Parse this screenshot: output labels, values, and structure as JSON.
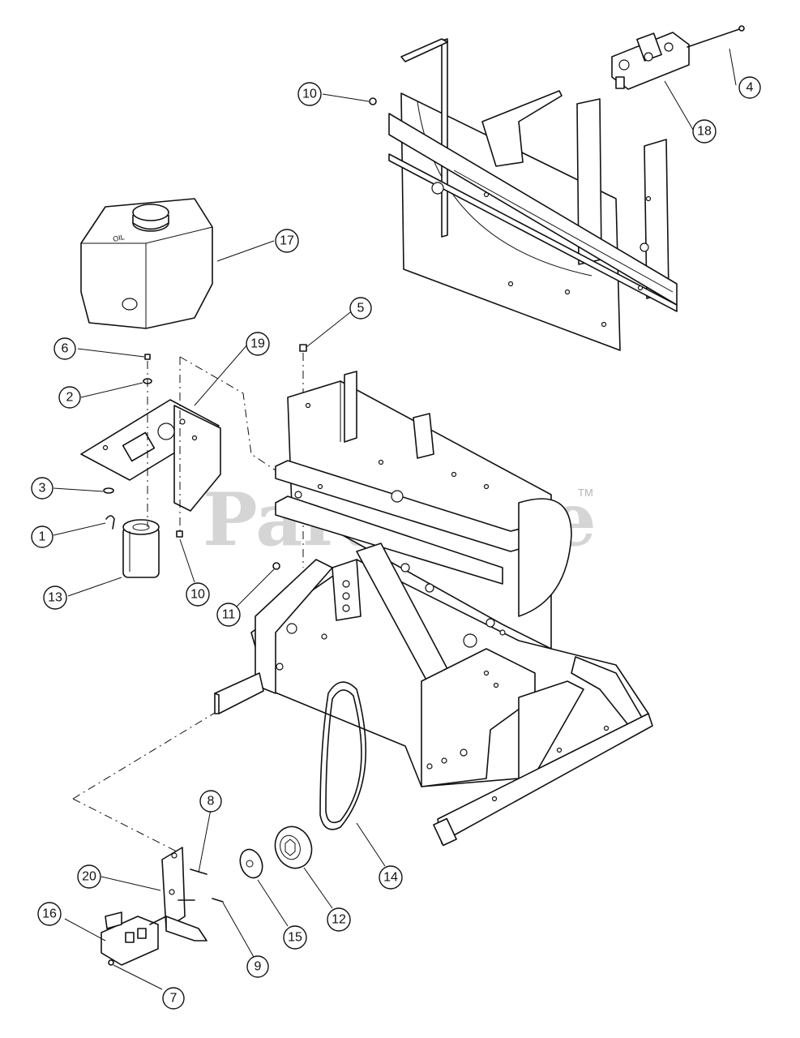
{
  "watermark": {
    "text": "PartsTree",
    "trademark": "TM"
  },
  "callouts": [
    {
      "id": "c4",
      "label": "4"
    },
    {
      "id": "c18",
      "label": "18"
    },
    {
      "id": "c10a",
      "label": "10"
    },
    {
      "id": "c17",
      "label": "17"
    },
    {
      "id": "c5",
      "label": "5"
    },
    {
      "id": "c6",
      "label": "6"
    },
    {
      "id": "c19",
      "label": "19"
    },
    {
      "id": "c2",
      "label": "2"
    },
    {
      "id": "c3",
      "label": "3"
    },
    {
      "id": "c1",
      "label": "1"
    },
    {
      "id": "c13",
      "label": "13"
    },
    {
      "id": "c10b",
      "label": "10"
    },
    {
      "id": "c11",
      "label": "11"
    },
    {
      "id": "c8",
      "label": "8"
    },
    {
      "id": "c20",
      "label": "20"
    },
    {
      "id": "c16",
      "label": "16"
    },
    {
      "id": "c14",
      "label": "14"
    },
    {
      "id": "c12",
      "label": "12"
    },
    {
      "id": "c15",
      "label": "15"
    },
    {
      "id": "c9",
      "label": "9"
    },
    {
      "id": "c7",
      "label": "7"
    }
  ],
  "tank_text": "OIL"
}
